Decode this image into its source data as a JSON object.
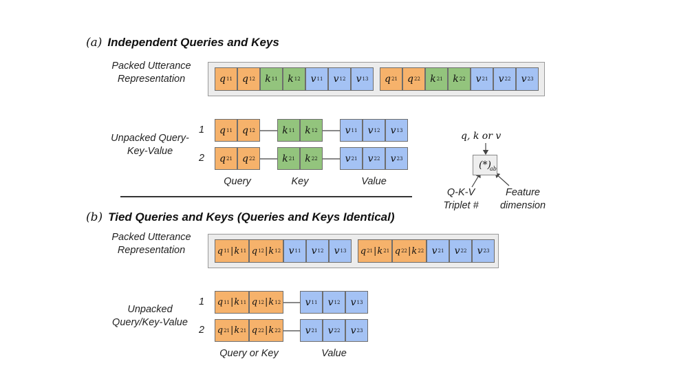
{
  "section_a": {
    "tag": "(a)",
    "title": "Independent Queries and Keys",
    "packed_label": "Packed Utterance Representation",
    "unpacked_label": "Unpacked Query-Key-Value",
    "packed_cells": [
      {
        "type": "q",
        "sym": "q",
        "sub": "11"
      },
      {
        "type": "q",
        "sym": "q",
        "sub": "12"
      },
      {
        "type": "k",
        "sym": "k",
        "sub": "11"
      },
      {
        "type": "k",
        "sym": "k",
        "sub": "12"
      },
      {
        "type": "v",
        "sym": "v",
        "sub": "11"
      },
      {
        "type": "v",
        "sym": "v",
        "sub": "12"
      },
      {
        "type": "v",
        "sym": "v",
        "sub": "13"
      },
      {
        "type": "q",
        "sym": "q",
        "sub": "21"
      },
      {
        "type": "q",
        "sym": "q",
        "sub": "22"
      },
      {
        "type": "k",
        "sym": "k",
        "sub": "21"
      },
      {
        "type": "k",
        "sym": "k",
        "sub": "22"
      },
      {
        "type": "v",
        "sym": "v",
        "sub": "21"
      },
      {
        "type": "v",
        "sym": "v",
        "sub": "22"
      },
      {
        "type": "v",
        "sym": "v",
        "sub": "23"
      }
    ],
    "rows": [
      {
        "num": "1",
        "q": [
          {
            "sym": "q",
            "sub": "11"
          },
          {
            "sym": "q",
            "sub": "12"
          }
        ],
        "k": [
          {
            "sym": "k",
            "sub": "11"
          },
          {
            "sym": "k",
            "sub": "12"
          }
        ],
        "v": [
          {
            "sym": "v",
            "sub": "11"
          },
          {
            "sym": "v",
            "sub": "12"
          },
          {
            "sym": "v",
            "sub": "13"
          }
        ]
      },
      {
        "num": "2",
        "q": [
          {
            "sym": "q",
            "sub": "21"
          },
          {
            "sym": "q",
            "sub": "22"
          }
        ],
        "k": [
          {
            "sym": "k",
            "sub": "21"
          },
          {
            "sym": "k",
            "sub": "22"
          }
        ],
        "v": [
          {
            "sym": "v",
            "sub": "21"
          },
          {
            "sym": "v",
            "sub": "22"
          },
          {
            "sym": "v",
            "sub": "23"
          }
        ]
      }
    ],
    "col_query": "Query",
    "col_key": "Key",
    "col_value": "Value"
  },
  "legend": {
    "top_label": "q, k or v",
    "box_text": "(*)",
    "box_sub": "ab",
    "left_label": "Q-K-V Triplet #",
    "right_label": "Feature dimension"
  },
  "section_b": {
    "tag": "(b)",
    "title": "Tied Queries and Keys (Queries and Keys Identical)",
    "packed_label": "Packed Utterance Representation",
    "unpacked_label": "Unpacked Query/Key-Value",
    "packed_cells": [
      {
        "type": "tied",
        "a": "11",
        "b": "11"
      },
      {
        "type": "tied",
        "a": "12",
        "b": "12"
      },
      {
        "type": "v",
        "sym": "v",
        "sub": "11"
      },
      {
        "type": "v",
        "sym": "v",
        "sub": "12"
      },
      {
        "type": "v",
        "sym": "v",
        "sub": "13"
      },
      {
        "type": "tied",
        "a": "21",
        "b": "21"
      },
      {
        "type": "tied",
        "a": "22",
        "b": "22"
      },
      {
        "type": "v",
        "sym": "v",
        "sub": "21"
      },
      {
        "type": "v",
        "sym": "v",
        "sub": "22"
      },
      {
        "type": "v",
        "sym": "v",
        "sub": "23"
      }
    ],
    "rows": [
      {
        "num": "1",
        "qk": [
          {
            "a": "11",
            "b": "11"
          },
          {
            "a": "12",
            "b": "12"
          }
        ],
        "v": [
          {
            "sym": "v",
            "sub": "11"
          },
          {
            "sym": "v",
            "sub": "12"
          },
          {
            "sym": "v",
            "sub": "13"
          }
        ]
      },
      {
        "num": "2",
        "qk": [
          {
            "a": "21",
            "b": "21"
          },
          {
            "a": "22",
            "b": "22"
          }
        ],
        "v": [
          {
            "sym": "v",
            "sub": "21"
          },
          {
            "sym": "v",
            "sub": "22"
          },
          {
            "sym": "v",
            "sub": "23"
          }
        ]
      }
    ],
    "col_qk": "Query or Key",
    "col_value": "Value"
  },
  "colors": {
    "query": "#f6b26b",
    "key": "#93c47d",
    "value": "#a4c2f4",
    "panel": "#ececec"
  }
}
